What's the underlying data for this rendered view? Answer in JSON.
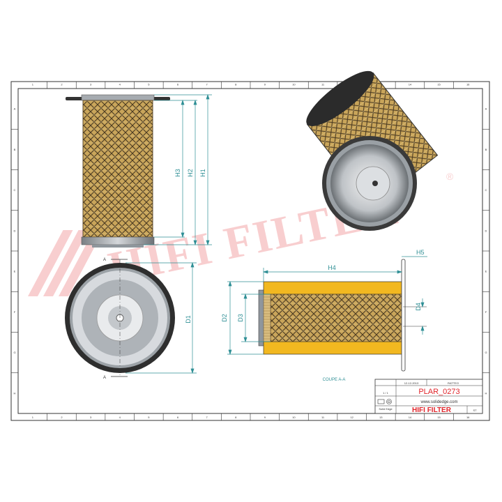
{
  "drawing": {
    "part_number": "PLAR_0273",
    "section_label": "COUPE A-A",
    "section_marker": "A",
    "website": "www.solidedge.com",
    "brand": "HIFI FILTER",
    "watermark": "HIFI FILTER",
    "watermark_mark": "®"
  },
  "dimensions": {
    "h1": "H1",
    "h2": "H2",
    "h3": "H3",
    "h4": "H4",
    "h5": "H5",
    "d1": "D1",
    "d2": "D2",
    "d3": "D3",
    "d4": "D4"
  },
  "title_block": {
    "date": "12-12-2013",
    "author": "RATTEO",
    "scale": "1 / 1",
    "software": "Solid Edge",
    "sheet": "ST"
  },
  "border": {
    "columns": [
      "1",
      "2",
      "3",
      "4",
      "5",
      "6",
      "7",
      "8",
      "9",
      "10",
      "11",
      "12",
      "13",
      "14",
      "15",
      "16"
    ],
    "rows": [
      "A",
      "B",
      "C",
      "D",
      "E",
      "F",
      "G",
      "H"
    ]
  },
  "colors": {
    "accent_red": "#e0252b",
    "dimension_teal": "#2f8f95",
    "media_gold": "#c9a55a",
    "section_yellow": "#f2b820",
    "body_gray": "#8f969c"
  }
}
